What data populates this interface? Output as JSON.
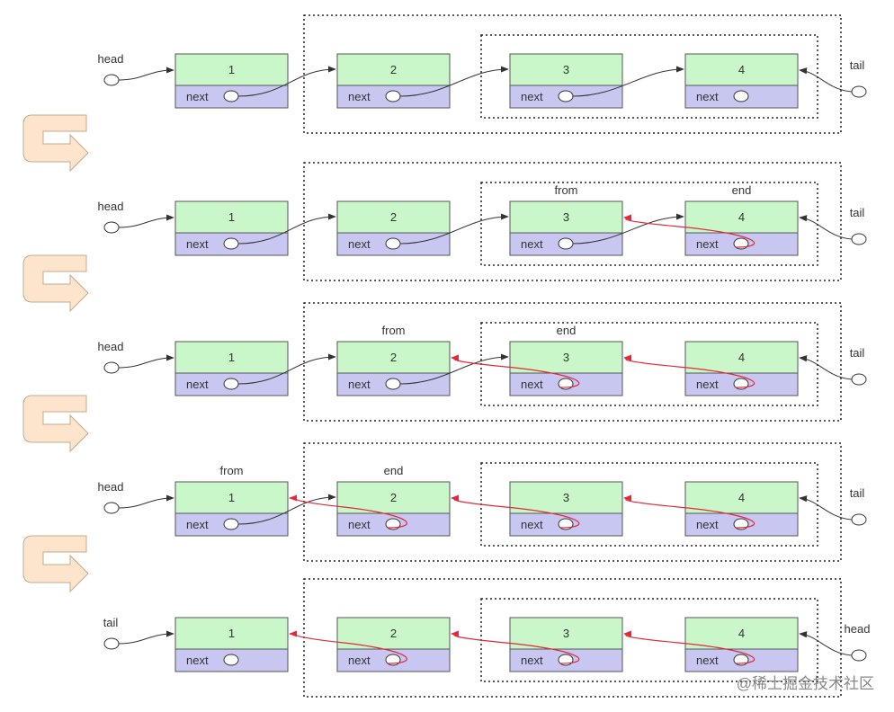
{
  "colors": {
    "value_fill": "#c9f7c9",
    "next_fill": "#c7c7f2",
    "node_stroke": "#555555",
    "black_arrow": "#333333",
    "red_arrow": "#e02a3a",
    "curved_arrow_fill": "#fde4cc",
    "curved_arrow_stroke": "#c9a88a",
    "dotted_box": "#222222",
    "watermark": "#888888"
  },
  "rows": [
    {
      "head_label": "head",
      "tail_label": "tail",
      "nodes": [
        {
          "value": "1",
          "next_label": "next"
        },
        {
          "value": "2",
          "next_label": "next"
        },
        {
          "value": "3",
          "next_label": "next"
        },
        {
          "value": "4",
          "next_label": "next"
        }
      ],
      "links": [
        {
          "from": 0,
          "to": 1,
          "kind": "forward"
        },
        {
          "from": 1,
          "to": 2,
          "kind": "forward"
        },
        {
          "from": 2,
          "to": 3,
          "kind": "forward"
        }
      ],
      "markers": []
    },
    {
      "head_label": "head",
      "tail_label": "tail",
      "nodes": [
        {
          "value": "1",
          "next_label": "next"
        },
        {
          "value": "2",
          "next_label": "next"
        },
        {
          "value": "3",
          "next_label": "next"
        },
        {
          "value": "4",
          "next_label": "next"
        }
      ],
      "links": [
        {
          "from": 0,
          "to": 1,
          "kind": "forward"
        },
        {
          "from": 1,
          "to": 2,
          "kind": "forward"
        },
        {
          "from": 2,
          "to": 3,
          "kind": "forward"
        },
        {
          "from": 3,
          "to": 2,
          "kind": "reverse"
        }
      ],
      "markers": [
        {
          "text": "from",
          "node": 2
        },
        {
          "text": "end",
          "node": 3
        }
      ]
    },
    {
      "head_label": "head",
      "tail_label": "tail",
      "nodes": [
        {
          "value": "1",
          "next_label": "next"
        },
        {
          "value": "2",
          "next_label": "next"
        },
        {
          "value": "3",
          "next_label": "next"
        },
        {
          "value": "4",
          "next_label": "next"
        }
      ],
      "links": [
        {
          "from": 0,
          "to": 1,
          "kind": "forward"
        },
        {
          "from": 1,
          "to": 2,
          "kind": "forward"
        },
        {
          "from": 2,
          "to": 1,
          "kind": "reverse"
        },
        {
          "from": 3,
          "to": 2,
          "kind": "reverse"
        }
      ],
      "markers": [
        {
          "text": "from",
          "node": 1
        },
        {
          "text": "end",
          "node": 2
        }
      ]
    },
    {
      "head_label": "head",
      "tail_label": "tail",
      "nodes": [
        {
          "value": "1",
          "next_label": "next"
        },
        {
          "value": "2",
          "next_label": "next"
        },
        {
          "value": "3",
          "next_label": "next"
        },
        {
          "value": "4",
          "next_label": "next"
        }
      ],
      "links": [
        {
          "from": 0,
          "to": 1,
          "kind": "forward"
        },
        {
          "from": 1,
          "to": 0,
          "kind": "reverse"
        },
        {
          "from": 2,
          "to": 1,
          "kind": "reverse"
        },
        {
          "from": 3,
          "to": 2,
          "kind": "reverse"
        }
      ],
      "markers": [
        {
          "text": "from",
          "node": 0
        },
        {
          "text": "end",
          "node": 1
        }
      ]
    },
    {
      "head_label": "tail",
      "tail_label": "head",
      "nodes": [
        {
          "value": "1",
          "next_label": "next"
        },
        {
          "value": "2",
          "next_label": "next"
        },
        {
          "value": "3",
          "next_label": "next"
        },
        {
          "value": "4",
          "next_label": "next"
        }
      ],
      "links": [
        {
          "from": 1,
          "to": 0,
          "kind": "reverse"
        },
        {
          "from": 2,
          "to": 1,
          "kind": "reverse"
        },
        {
          "from": 3,
          "to": 2,
          "kind": "reverse"
        }
      ],
      "markers": []
    }
  ],
  "transition_arrows": [
    {
      "icon": "u-turn-arrow-icon"
    },
    {
      "icon": "u-turn-arrow-icon"
    },
    {
      "icon": "u-turn-arrow-icon"
    },
    {
      "icon": "u-turn-arrow-icon"
    }
  ],
  "watermark": "@稀土掘金技术社区"
}
